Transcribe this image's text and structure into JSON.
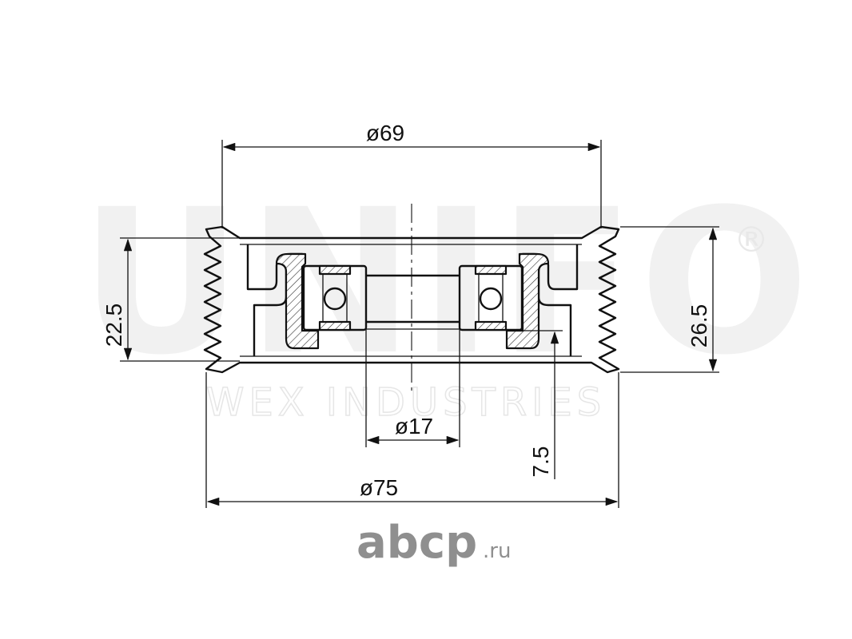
{
  "drawing": {
    "dimensions": {
      "outer_top_diameter": "ø69",
      "outer_bottom_diameter": "ø75",
      "bore_diameter": "ø17",
      "left_height": "22.5",
      "right_height": "26.5",
      "offset": "7.5"
    },
    "watermark": {
      "brand": "UNIFO",
      "registered": "®",
      "company": "WEX INDUSTRIES"
    },
    "site_logo": {
      "name": "abcp",
      "tld": ".ru"
    }
  }
}
